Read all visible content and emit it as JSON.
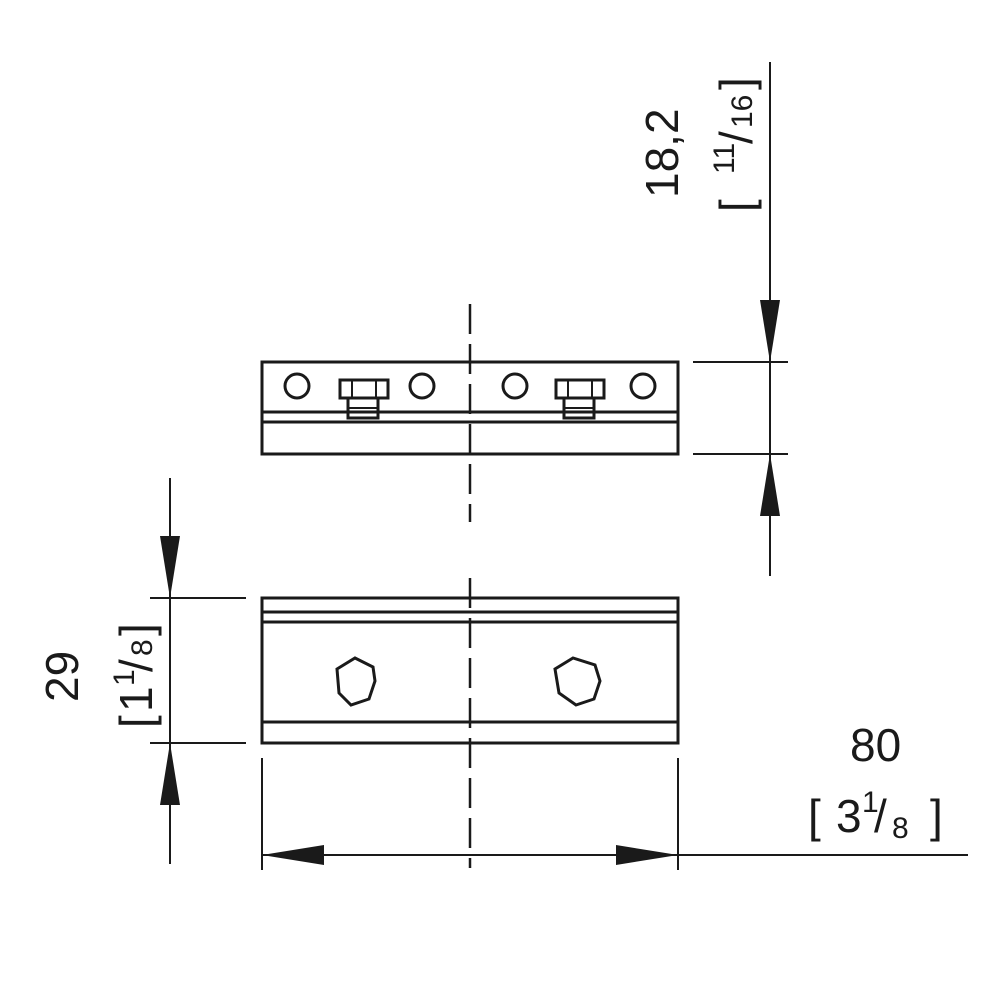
{
  "dimensions": {
    "height_top": {
      "value": "18,2",
      "bracket_open": "[",
      "frac_num": "11",
      "frac_slash": "/",
      "frac_den": "16",
      "bracket_close": "]"
    },
    "height_front": {
      "value": "29",
      "bracket_open": "[",
      "whole": "1",
      "frac_num": "1",
      "frac_slash": "/",
      "frac_den": "8",
      "bracket_close": "]"
    },
    "width": {
      "value": "80",
      "bracket_open": "[",
      "whole": "3",
      "frac_num": "1",
      "frac_slash": "/",
      "frac_den": "8",
      "bracket_close": "]"
    }
  }
}
